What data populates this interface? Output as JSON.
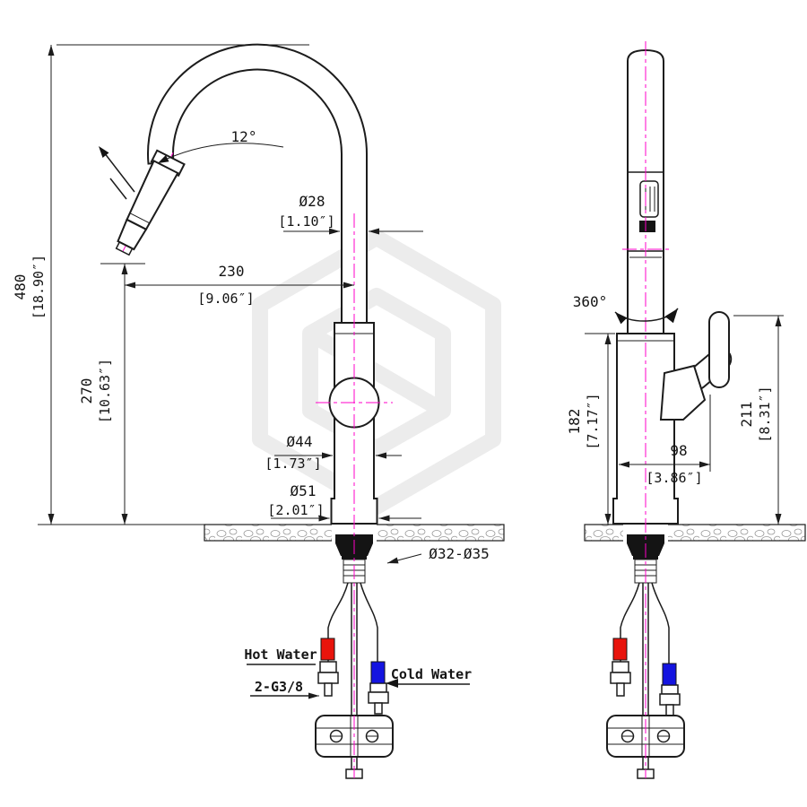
{
  "front": {
    "height_mm": "480",
    "height_in": "[18.90″]",
    "spout_height_mm": "270",
    "spout_height_in": "[10.63″]",
    "reach_mm": "230",
    "reach_in": "[9.06″]",
    "spout_dia_mm": "Ø28",
    "spout_dia_in": "[1.10″]",
    "body_dia_mm": "Ø44",
    "body_dia_in": "[1.73″]",
    "base_dia_mm": "Ø51",
    "base_dia_in": "[2.01″]",
    "hole_range": "Ø32-Ø35",
    "angle": "12°",
    "hot_label": "Hot Water",
    "cold_label": "Cold Water",
    "thread_label": "2-G3/8"
  },
  "side": {
    "rotation": "360°",
    "body_height_mm": "182",
    "body_height_in": "[7.17″]",
    "handle_height_mm": "211",
    "handle_height_in": "[8.31″]",
    "depth_mm": "98",
    "depth_in": "[3.86″]"
  },
  "colors": {
    "hot": "#e8140c",
    "cold": "#1414e0",
    "centerline": "#ff00c8",
    "line": "#1c1c1c"
  }
}
